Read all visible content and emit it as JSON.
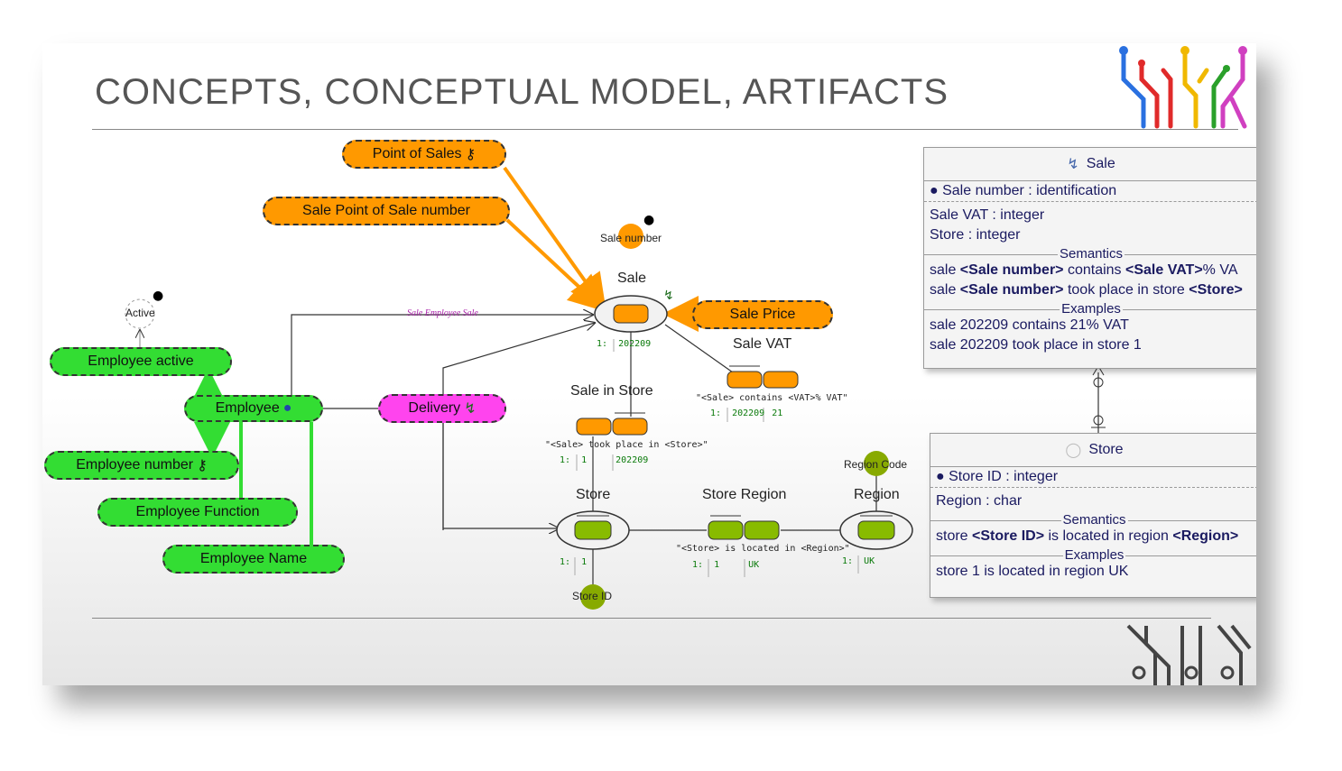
{
  "title": "CONCEPTS, CONCEPTUAL MODEL, ARTIFACTS",
  "nodes": {
    "point_of_sales": "Point of Sales",
    "sale_point_of_sale_number": "Sale Point of Sale number",
    "sale_number": "Sale number",
    "sale": "Sale",
    "sale_price": "Sale Price",
    "sale_vat": "Sale VAT",
    "sale_in_store": "Sale in Store",
    "active": "Active",
    "employee_active": "Employee active",
    "employee": "Employee",
    "delivery": "Delivery",
    "employee_number": "Employee number",
    "employee_function": "Employee Function",
    "employee_name": "Employee Name",
    "store": "Store",
    "store_region": "Store Region",
    "region": "Region",
    "region_code": "Region Code",
    "store_id": "Store ID"
  },
  "role_label": "Sale Employee Sale",
  "readings": {
    "sale_vat": "\"<Sale> contains <VAT>% VAT\"",
    "sale_in_store": "\"<Sale> took place in <Store>\"",
    "store_region": "\"<Store> is located in <Region>\""
  },
  "populations": {
    "sale": {
      "idx": "1:",
      "v1": "202209"
    },
    "sale_vat": {
      "idx": "1:",
      "v1": "202209",
      "v2": "21"
    },
    "sale_in_store": {
      "idx": "1:",
      "v1": "1",
      "v2": "202209"
    },
    "store": {
      "idx": "1:",
      "v1": "1"
    },
    "store_region": {
      "idx": "1:",
      "v1": "1",
      "v2": "UK"
    },
    "region": {
      "idx": "1:",
      "v1": "UK"
    }
  },
  "uml_sale": {
    "name": "Sale",
    "id_attr": "Sale number : identification",
    "attrs": [
      "Sale VAT : integer",
      "Store : integer"
    ],
    "semantics_label": "Semantics",
    "sem1": {
      "a": "sale ",
      "b": "<Sale number>",
      "c": " contains ",
      "d": "<Sale VAT>",
      "e": "% VA"
    },
    "sem2": {
      "a": "sale ",
      "b": "<Sale number>",
      "c": " took place in store ",
      "d": "<Store>"
    },
    "examples_label": "Examples",
    "examples": [
      "sale 202209 contains 21% VAT",
      "sale 202209 took place in store 1"
    ]
  },
  "uml_store": {
    "name": "Store",
    "id_attr": "Store ID : integer",
    "attrs": [
      "Region : char"
    ],
    "semantics_label": "Semantics",
    "sem1": {
      "a": "store ",
      "b": "<Store ID>",
      "c": " is located in region ",
      "d": "<Region>"
    },
    "examples_label": "Examples",
    "examples": [
      "store 1 is located in region UK"
    ]
  },
  "colors": {
    "orange": "#ff9900",
    "green": "#33dd33",
    "magenta": "#ff44ee",
    "olive": "#88bb00",
    "title_gray": "#555555",
    "uml_text": "#1a1a60"
  },
  "icons": [
    "key-icon",
    "lock-icon",
    "person-icon",
    "lightning-icon",
    "circuit-logo-icon"
  ]
}
